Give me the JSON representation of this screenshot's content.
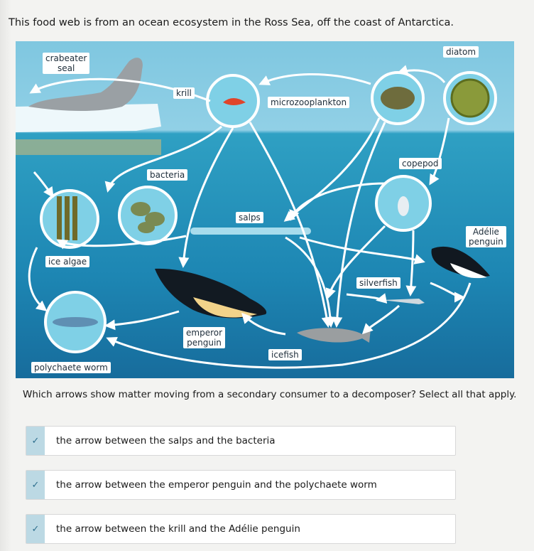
{
  "intro": "This food web is from an ocean ecosystem in the Ross Sea, off the coast of Antarctica.",
  "web": {
    "labels": {
      "crabeater_seal": "crabeater\nseal",
      "krill": "krill",
      "microzooplankton": "microzooplankton",
      "diatom": "diatom",
      "copepod": "copepod",
      "bacteria": "bacteria",
      "salps": "salps",
      "adelie_penguin": "Adélie\npenguin",
      "ice_algae": "ice algae",
      "silverfish": "silverfish",
      "emperor_penguin": "emperor\npenguin",
      "icefish": "icefish",
      "polychaete_worm": "polychaete worm"
    },
    "colors": {
      "sky": "#8fcfe5",
      "water": "#1d86b3",
      "arrow": "#ffffff",
      "circle": "#7fd0e6"
    }
  },
  "question": "Which arrows show matter moving from a secondary consumer to a decomposer? Select all that apply.",
  "choices": [
    {
      "label": "the arrow between the salps and the bacteria",
      "checkmark": "✓"
    },
    {
      "label": "the arrow between the emperor penguin and the polychaete worm",
      "checkmark": "✓"
    },
    {
      "label": "the arrow between the krill and the Adélie penguin",
      "checkmark": "✓"
    }
  ]
}
